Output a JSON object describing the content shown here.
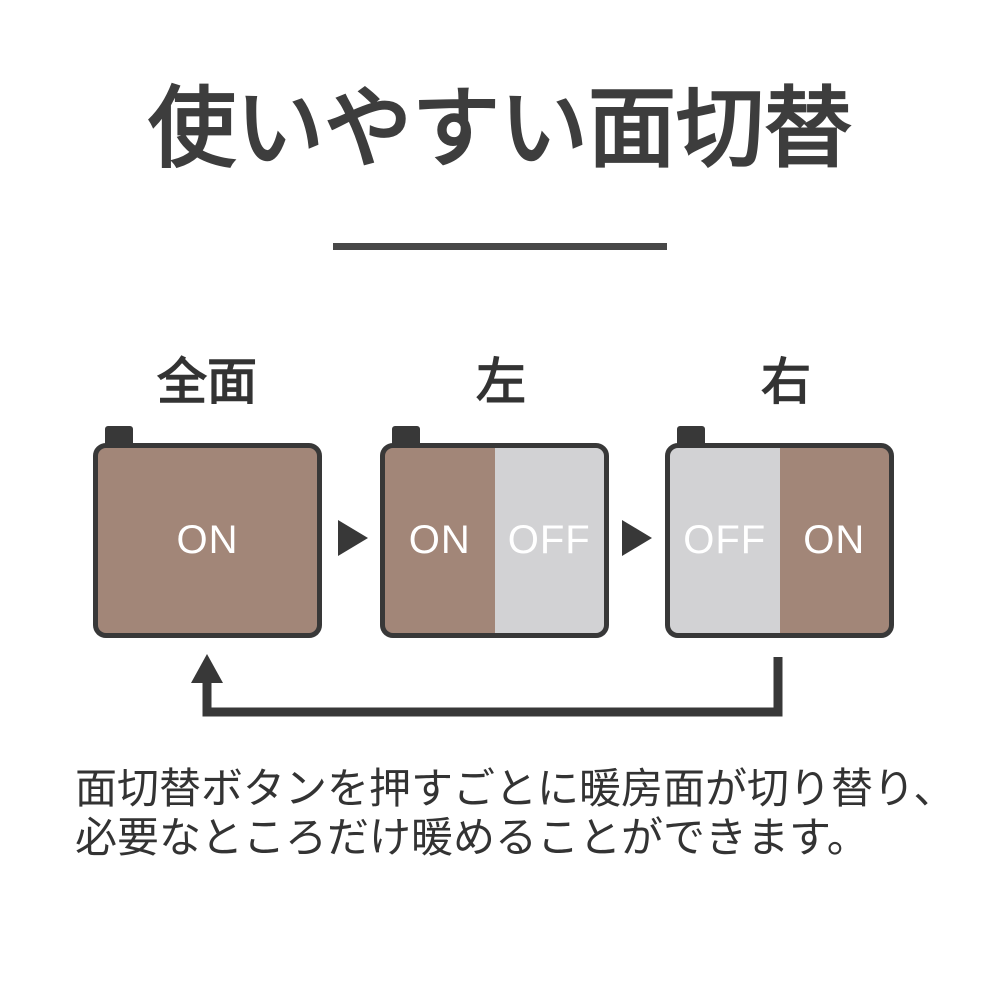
{
  "title": "使いやすい面切替",
  "modes": [
    {
      "label": "全面",
      "zones": [
        {
          "state": "ON"
        }
      ]
    },
    {
      "label": "左",
      "zones": [
        {
          "state": "ON"
        },
        {
          "state": "OFF"
        }
      ]
    },
    {
      "label": "右",
      "zones": [
        {
          "state": "OFF"
        },
        {
          "state": "ON"
        }
      ]
    }
  ],
  "description": {
    "line1": "面切替ボタンを押すごとに暖房面が切り替り、",
    "line2": "必要なところだけ暖めることができます。"
  },
  "icons": {
    "next_arrow": "right-triangle-arrow",
    "cycle_arrow": "loop-back-up-arrow",
    "panel_tab": "controller-tab"
  },
  "colors": {
    "heat_on": "#a28678",
    "heat_off": "#d2d2d4",
    "line": "#383838",
    "title_text": "#3d3d3d",
    "body_text": "#333333",
    "on_off_text": "#ffffff",
    "background": "#ffffff"
  }
}
